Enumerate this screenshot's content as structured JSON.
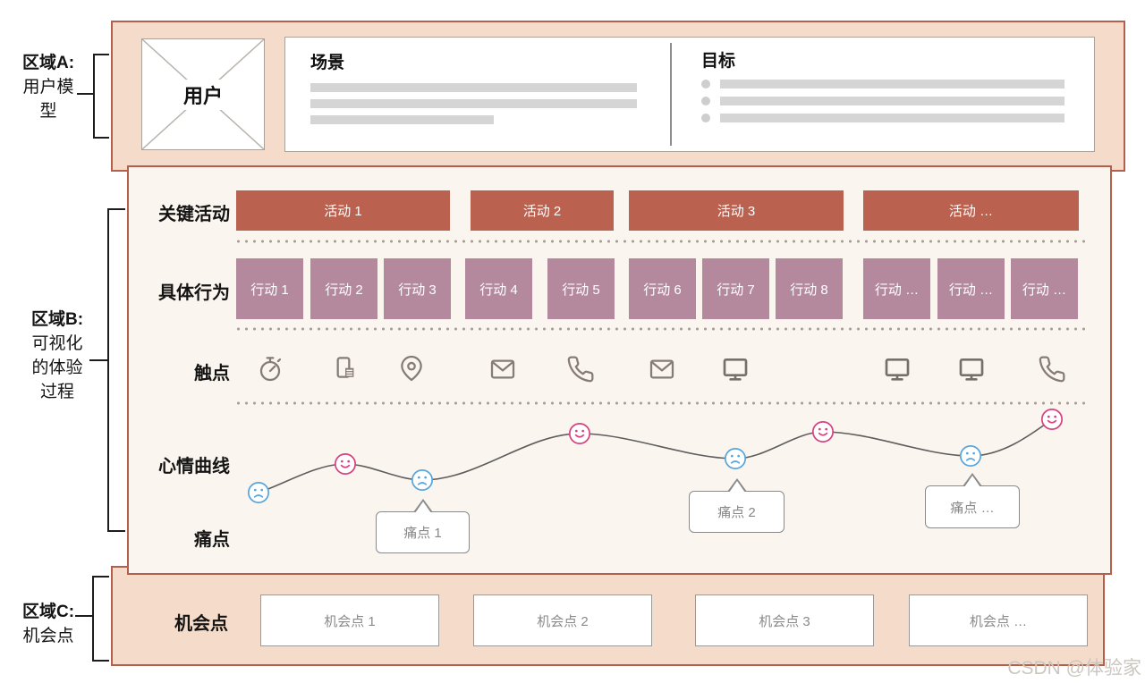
{
  "regions": {
    "a": {
      "title": "区域A:",
      "lines": [
        "用户模",
        "型"
      ]
    },
    "b": {
      "title": "区域B:",
      "lines": [
        "可视化",
        "的体验",
        "过程"
      ]
    },
    "c": {
      "title": "区域C:",
      "lines": [
        "机会点"
      ]
    }
  },
  "user_model": {
    "user_label": "用户",
    "scenario_title": "场景",
    "goal_title": "目标"
  },
  "journey": {
    "activities_label": "关键活动",
    "activities": [
      {
        "label": "活动 1"
      },
      {
        "label": "活动 2"
      },
      {
        "label": "活动 3"
      },
      {
        "label": "活动 …"
      }
    ],
    "actions_label": "具体行为",
    "actions": [
      {
        "label": "行动 1"
      },
      {
        "label": "行动 2"
      },
      {
        "label": "行动 3"
      },
      {
        "label": "行动 4"
      },
      {
        "label": "行动 5"
      },
      {
        "label": "行动 6"
      },
      {
        "label": "行动 7"
      },
      {
        "label": "行动 8"
      },
      {
        "label": "行动 …"
      },
      {
        "label": "行动 …"
      },
      {
        "label": "行动 …"
      }
    ],
    "touchpoints_label": "触点",
    "touchpoints": [
      "stopwatch-icon",
      "smartphone-icon",
      "location-pin-icon",
      "mail-icon",
      "phone-icon",
      "mail-icon",
      "monitor-icon",
      "monitor-icon",
      "monitor-icon",
      "phone-icon"
    ],
    "mood_label": "心情曲线",
    "mood_points": [
      {
        "type": "sad"
      },
      {
        "type": "happy"
      },
      {
        "type": "sad"
      },
      {
        "type": "happy"
      },
      {
        "type": "sad"
      },
      {
        "type": "happy"
      },
      {
        "type": "sad"
      },
      {
        "type": "happy"
      }
    ],
    "painpoints_label": "痛点",
    "painpoints": [
      {
        "label": "痛点 1"
      },
      {
        "label": "痛点 2"
      },
      {
        "label": "痛点 …"
      }
    ]
  },
  "opportunities": {
    "label": "机会点",
    "items": [
      {
        "label": "机会点 1"
      },
      {
        "label": "机会点 2"
      },
      {
        "label": "机会点 3"
      },
      {
        "label": "机会点 …"
      }
    ]
  },
  "watermark": "CSDN @体验家",
  "colors": {
    "panel_fill": "#f5dbca",
    "panel_border": "#b2604b",
    "canvas_fill": "#fbf5ef",
    "activity_bar": "#bb6150",
    "action_box": "#b4899e",
    "placeholder_bar": "#d5d5d5",
    "happy_face": "#d6437f",
    "sad_face": "#58a6dc",
    "icon_gray": "#857d75"
  }
}
